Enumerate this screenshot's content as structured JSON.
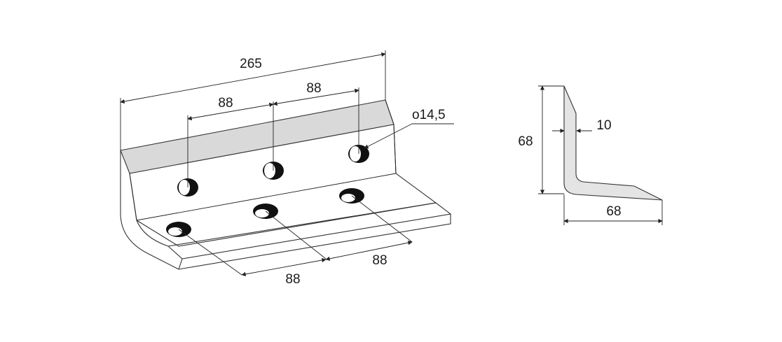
{
  "drawing": {
    "dimensions": {
      "overall_length": "265",
      "top_spacing_left": "88",
      "top_spacing_right": "88",
      "bottom_spacing_left": "88",
      "bottom_spacing_right": "88",
      "hole_diameter": "o14,5",
      "profile_height": "68",
      "profile_thickness": "10",
      "profile_width": "68"
    },
    "colors": {
      "line": "#333333",
      "top_face": "#d8d8d8",
      "hole": "#111111",
      "profile_fill": "#e4e4e4"
    }
  }
}
